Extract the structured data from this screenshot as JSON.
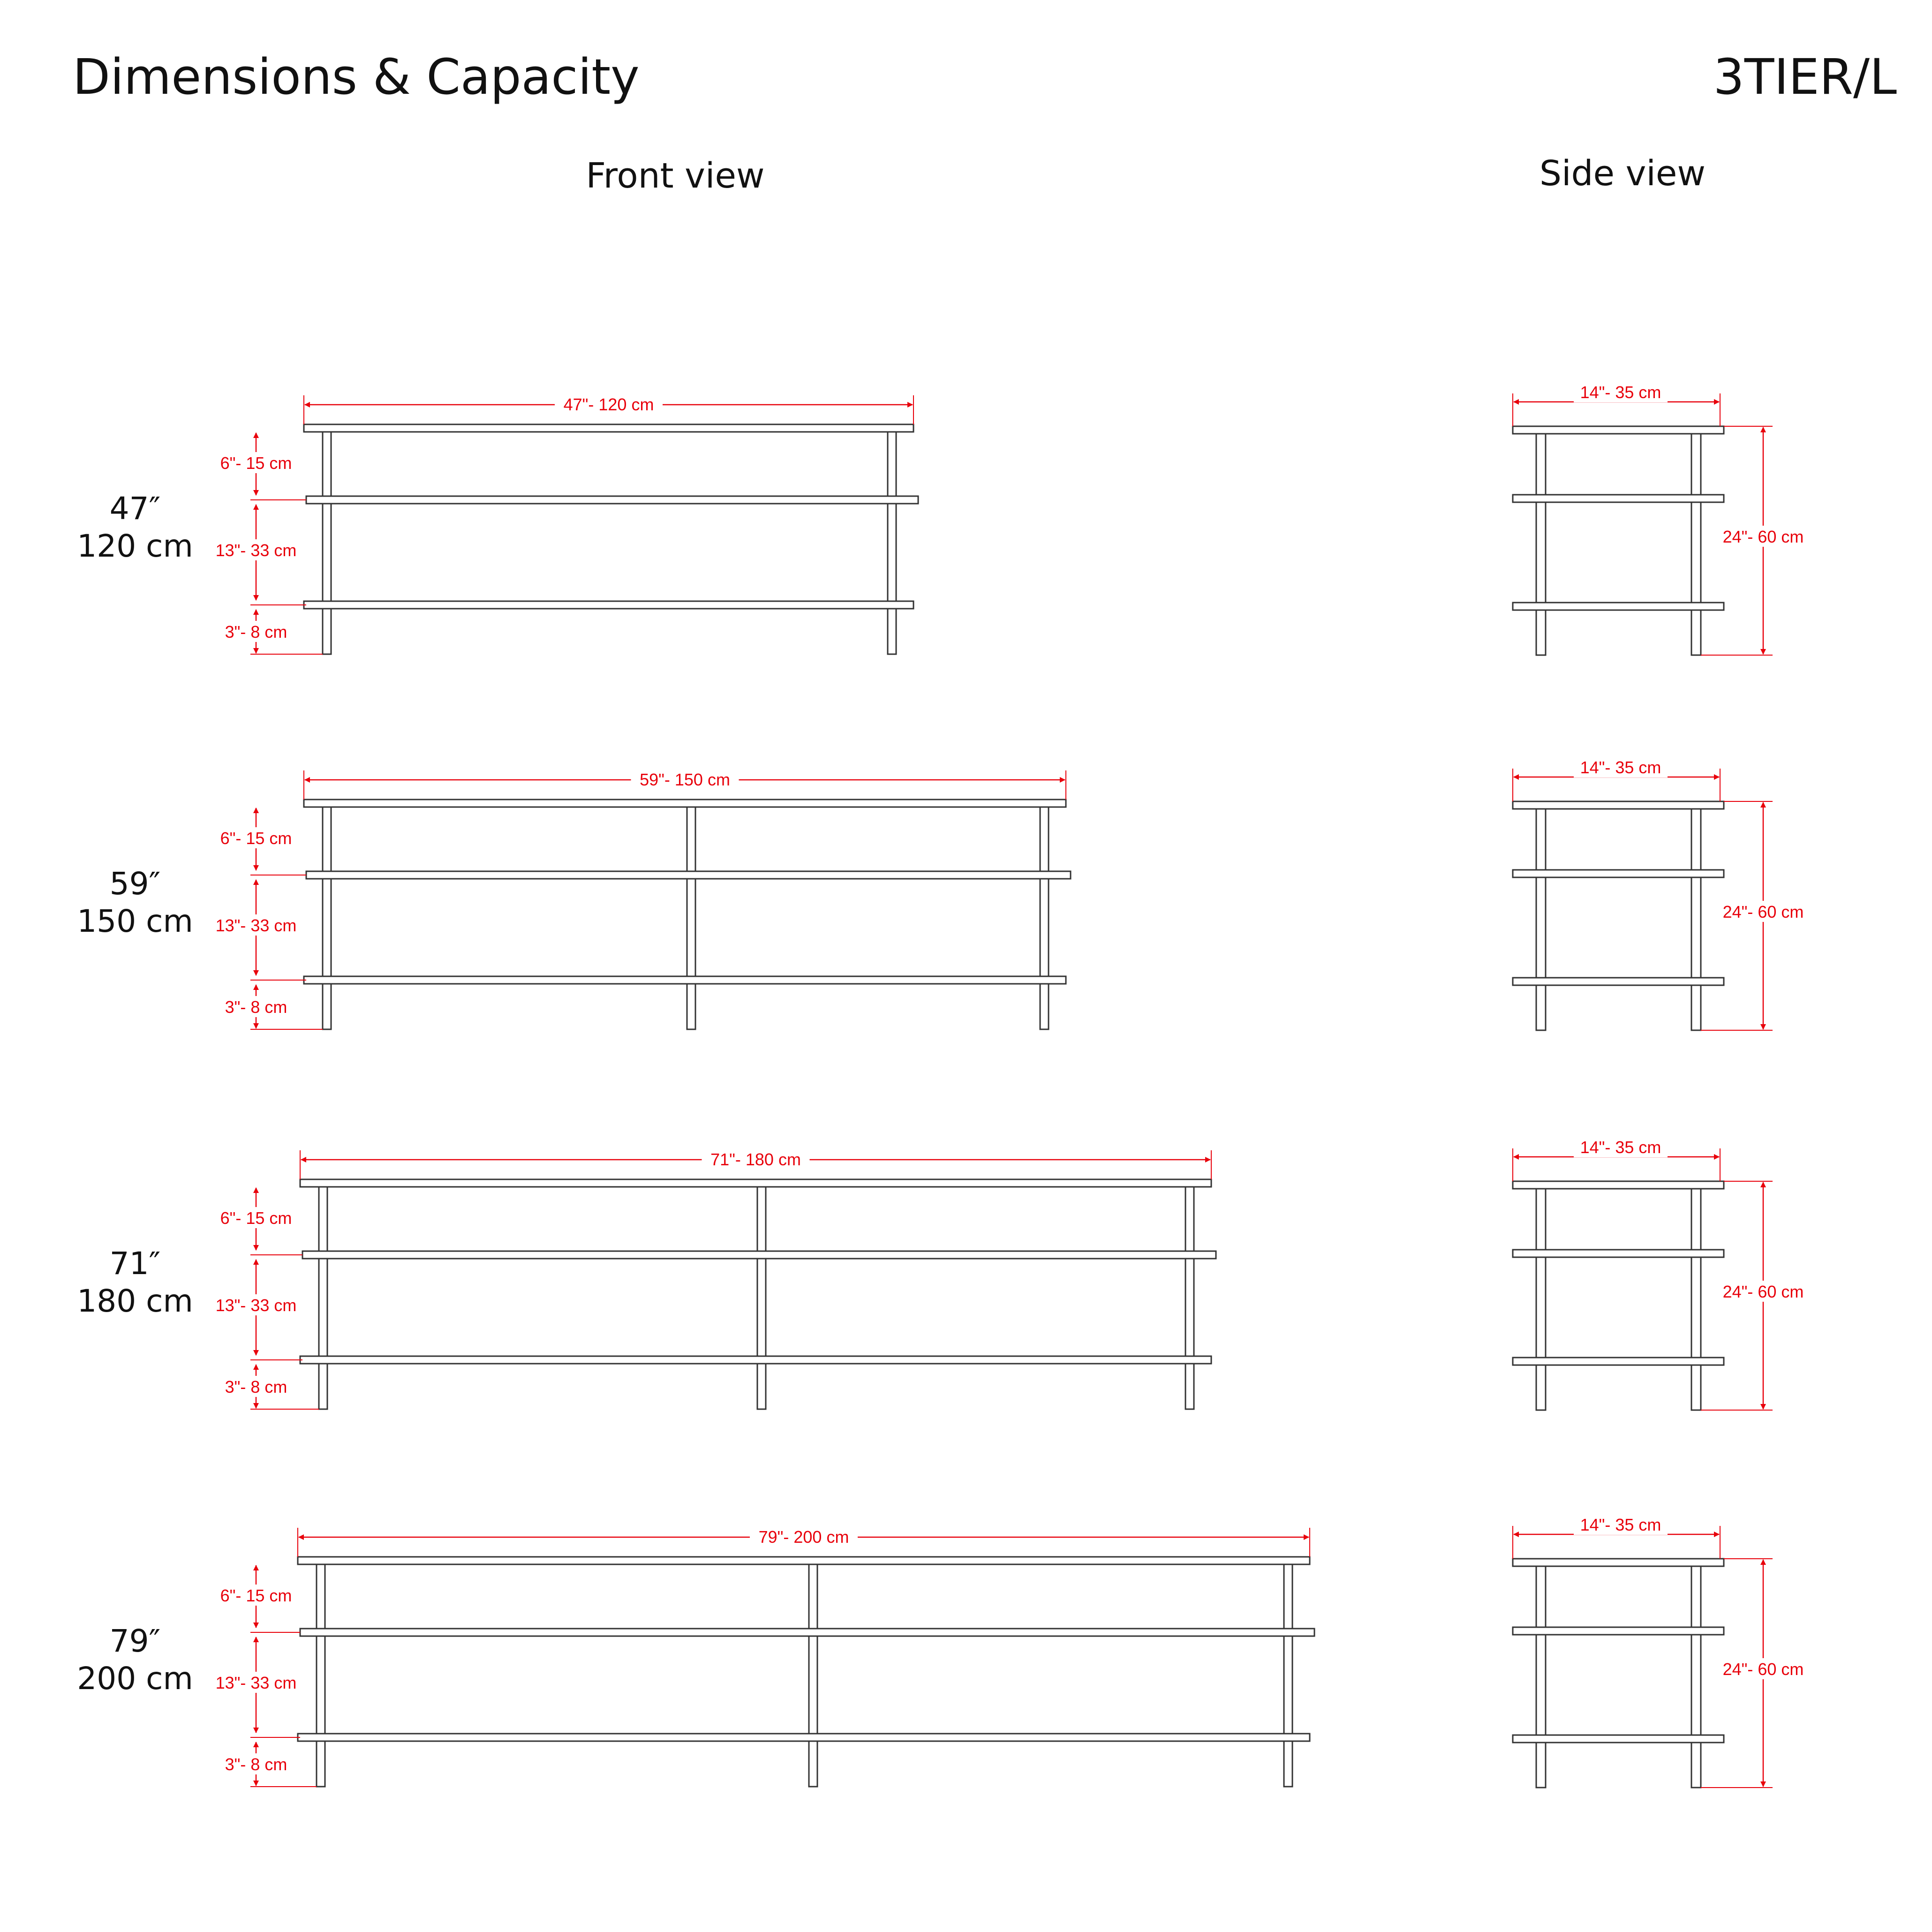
{
  "header": {
    "title": "Dimensions & Capacity",
    "model": "3TIER/L"
  },
  "views": {
    "front": "Front view",
    "side": "Side view"
  },
  "colors": {
    "dimension": "#e8000b",
    "line": "#333333",
    "text": "#111111"
  },
  "rows": [
    {
      "size_in": "47″",
      "size_cm": "120 cm",
      "width_label": "47\"- 120 cm",
      "gap_top": "6\"- 15 cm",
      "gap_mid": "13\"- 33 cm",
      "gap_bottom": "3\"- 8 cm",
      "depth_label": "14\"- 35 cm",
      "height_label": "24\"- 60 cm"
    },
    {
      "size_in": "59″",
      "size_cm": "150 cm",
      "width_label": "59\"- 150 cm",
      "gap_top": "6\"- 15 cm",
      "gap_mid": "13\"- 33 cm",
      "gap_bottom": "3\"- 8 cm",
      "depth_label": "14\"- 35 cm",
      "height_label": "24\"- 60 cm"
    },
    {
      "size_in": "71″",
      "size_cm": "180 cm",
      "width_label": "71\"- 180 cm",
      "gap_top": "6\"- 15 cm",
      "gap_mid": "13\"- 33 cm",
      "gap_bottom": "3\"- 8 cm",
      "depth_label": "14\"- 35 cm",
      "height_label": "24\"- 60 cm"
    },
    {
      "size_in": "79″",
      "size_cm": "200 cm",
      "width_label": "79\"- 200 cm",
      "gap_top": "6\"- 15 cm",
      "gap_mid": "13\"- 33 cm",
      "gap_bottom": "3\"- 8 cm",
      "depth_label": "14\"- 35 cm",
      "height_label": "24\"- 60 cm"
    }
  ]
}
